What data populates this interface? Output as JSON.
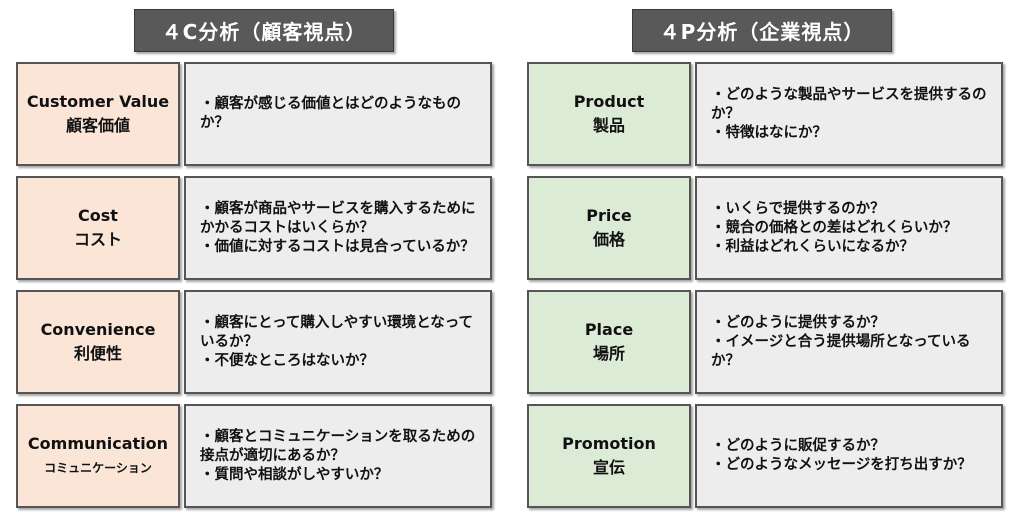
{
  "header_4c": "４C分析（顧客視点）",
  "header_4p": "４P分析（企業視点）",
  "four_c": [
    {
      "en": "Customer Value",
      "ja": "顧客価値",
      "lines": [
        "・顧客が感じる価値とはどのようなものか？"
      ]
    },
    {
      "en": "Cost",
      "ja": "コスト",
      "lines": [
        "・顧客が商品やサービスを購入するためにかかるコストはいくらか？",
        "・価値に対するコストは見合っているか？"
      ]
    },
    {
      "en": "Convenience",
      "ja": "利便性",
      "lines": [
        "・顧客にとって購入しやすい環境となっているか？",
        "・不便なところはないか？"
      ]
    },
    {
      "en": "Communication",
      "ja": "コミュニケーション",
      "lines": [
        "・顧客とコミュニケーションを取るための接点が適切にあるか？",
        "・質問や相談がしやすいか？"
      ]
    }
  ],
  "four_p": [
    {
      "en": "Product",
      "ja": "製品",
      "lines": [
        "・どのような製品やサービスを提供するのか？",
        "・特徴はなにか？"
      ]
    },
    {
      "en": "Price",
      "ja": "価格",
      "lines": [
        "・いくらで提供するのか？",
        "・競合の価格との差はどれくらいか？",
        "・利益はどれくらいになるか？"
      ]
    },
    {
      "en": "Place",
      "ja": "場所",
      "lines": [
        "・どのように提供するか？",
        "・イメージと合う提供場所となっているか？"
      ]
    },
    {
      "en": "Promotion",
      "ja": "宣伝",
      "lines": [
        "・どのように販促するか？",
        "・どのようなメッセージを打ち出すか？"
      ]
    }
  ]
}
